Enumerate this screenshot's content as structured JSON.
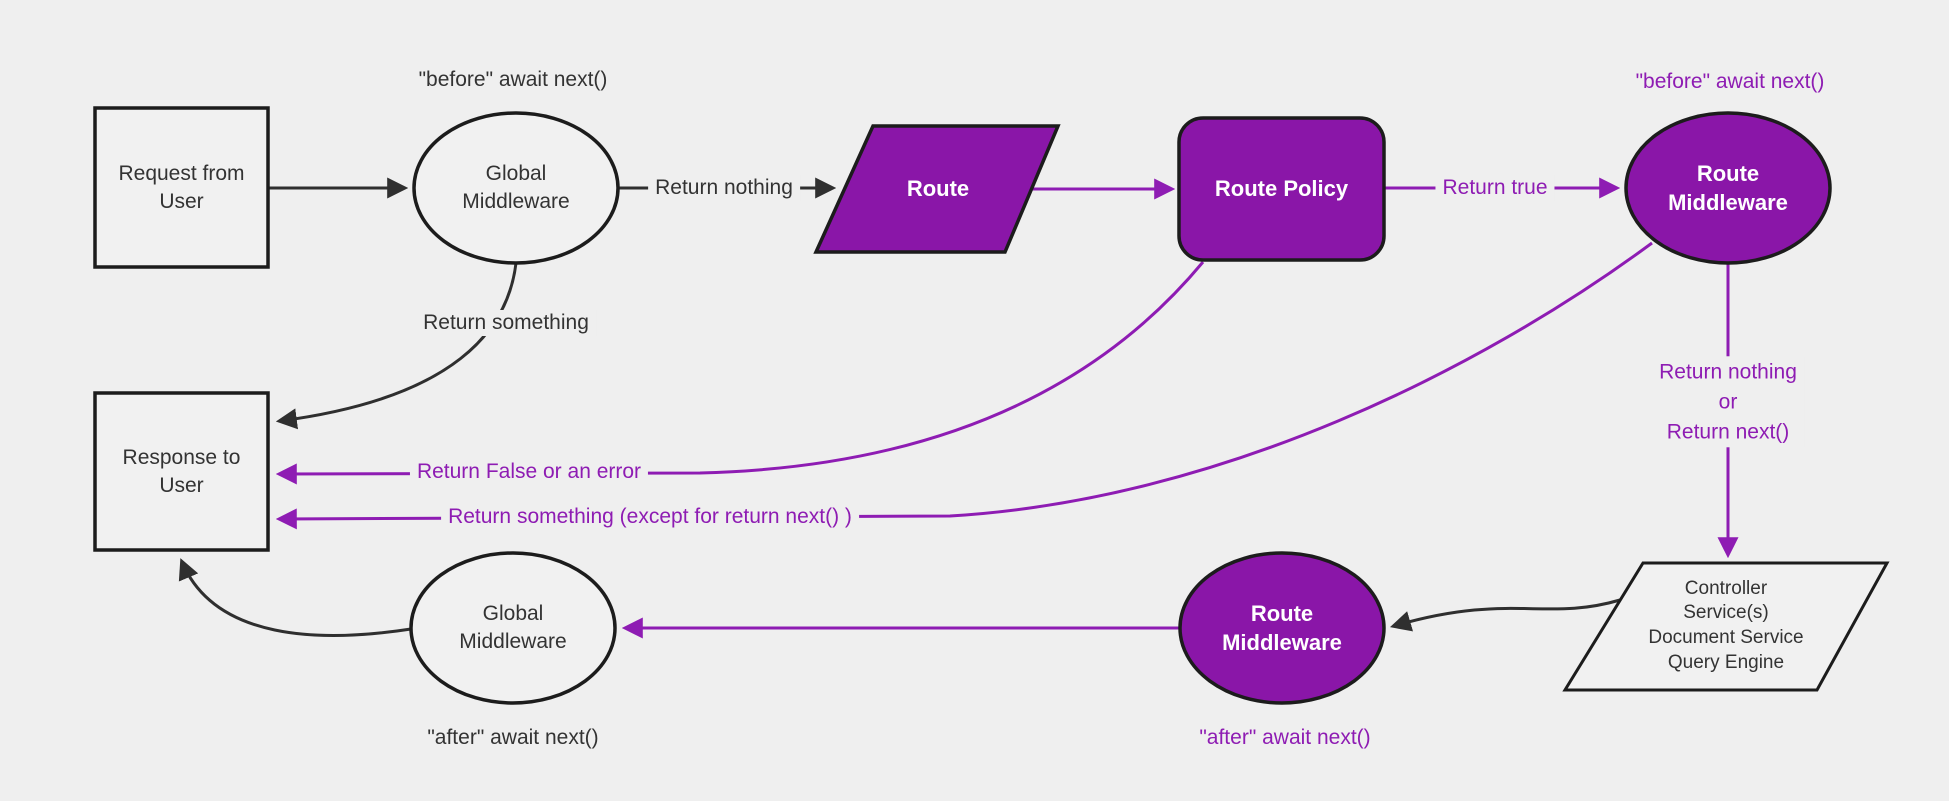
{
  "diagram": {
    "title": "Request / middleware flow diagram",
    "colors": {
      "background": "#efefef",
      "purple_fill": "#8a16a8",
      "purple_line": "#8e1cb3",
      "black_line": "#2f2f2f",
      "node_border": "#1c1c1c",
      "black_text": "#333333",
      "white_text": "#ffffff"
    }
  },
  "nodes": {
    "request": {
      "label": "Request from\nUser"
    },
    "global_middleware_top": {
      "label": "Global\nMiddleware"
    },
    "route": {
      "label": "Route"
    },
    "route_policy": {
      "label": "Route Policy"
    },
    "route_middleware_top": {
      "label": "Route\nMiddleware"
    },
    "controller": {
      "label": "Controller\nService(s)\nDocument Service\nQuery Engine"
    },
    "response": {
      "label": "Response to\nUser"
    },
    "global_middleware_bottom": {
      "label": "Global\nMiddleware"
    },
    "route_middleware_bottom": {
      "label": "Route\nMiddleware"
    }
  },
  "edge_labels": {
    "before_await_top_left": "\"before\" await next()",
    "before_await_top_right": "\"before\" await next()",
    "return_nothing": "Return nothing",
    "return_true": "Return true",
    "return_something": "Return something",
    "return_nothing_or_next": "Return nothing\nor\nReturn next()",
    "return_false_or_error": "Return False or an error",
    "return_something_except": "Return something (except for return next() )",
    "after_await_bottom_left": "\"after\" await next()",
    "after_await_bottom_right": "\"after\" await next()"
  }
}
